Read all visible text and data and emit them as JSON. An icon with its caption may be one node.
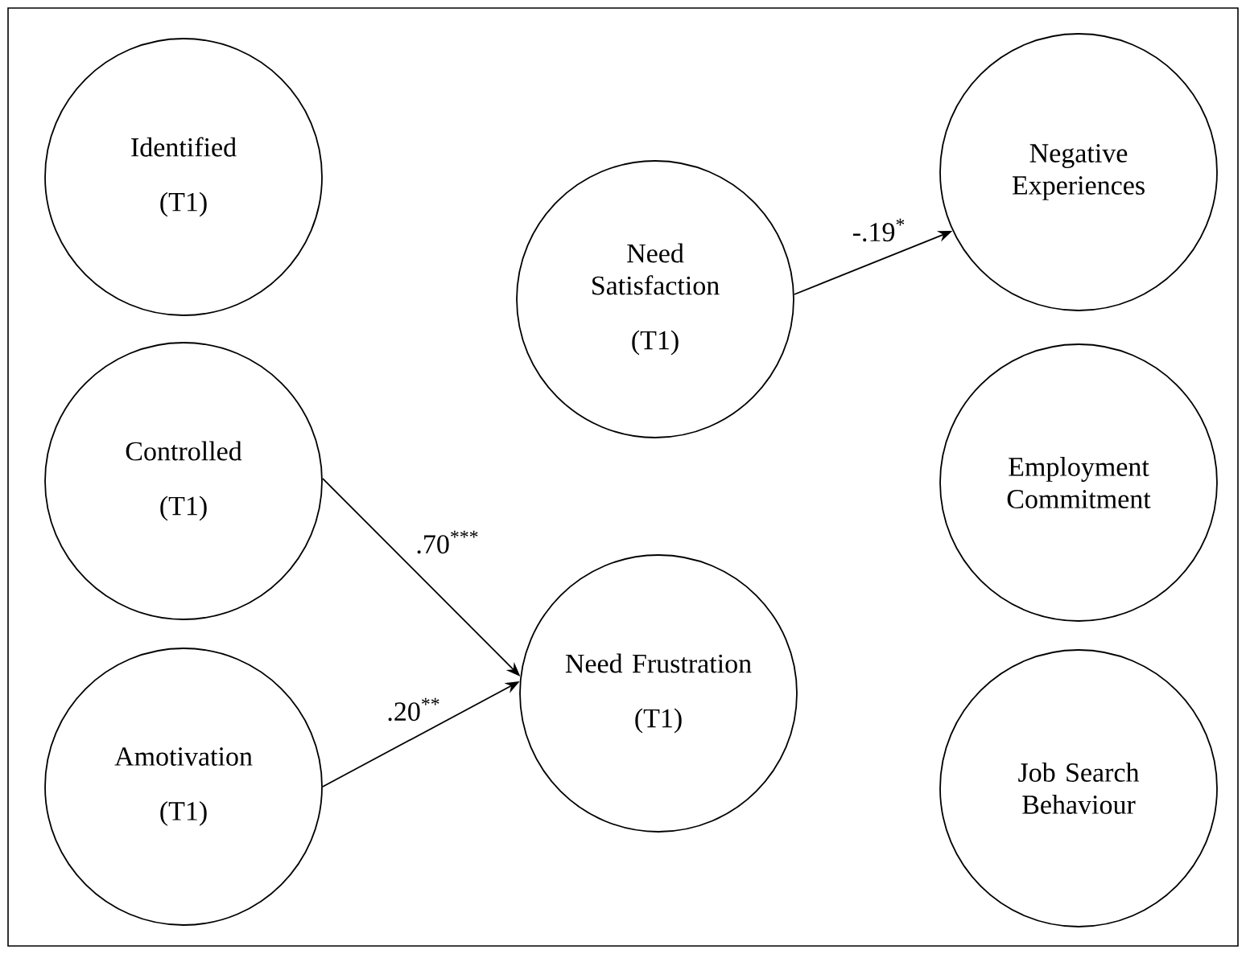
{
  "diagram": {
    "nodes": [
      {
        "text": [
          "Identified",
          "(T1)"
        ]
      },
      {
        "text": [
          "Need Satisfaction",
          "(T1)"
        ]
      },
      {
        "text": [
          "Negative Experiences"
        ]
      },
      {
        "text": [
          "Controlled",
          "(T1)"
        ]
      },
      {
        "text": [
          "Employment Commitment"
        ]
      },
      {
        "text": [
          "Need Frustration",
          "(T1)"
        ]
      },
      {
        "text": [
          "Amotivation",
          "(T1)"
        ]
      },
      {
        "text": [
          "Job Search Behaviour"
        ]
      }
    ],
    "edges": [
      {
        "from": 1,
        "to": 2,
        "arrow": "to",
        "label": "-.19$^{*}$"
      },
      {
        "from": 3,
        "to": 5,
        "arrow": "to",
        "label": ".70$^{***}$"
      },
      {
        "from": 6,
        "to": 5,
        "arrow": "to",
        "label": ".20$^{**}$"
      }
    ]
  }
}
